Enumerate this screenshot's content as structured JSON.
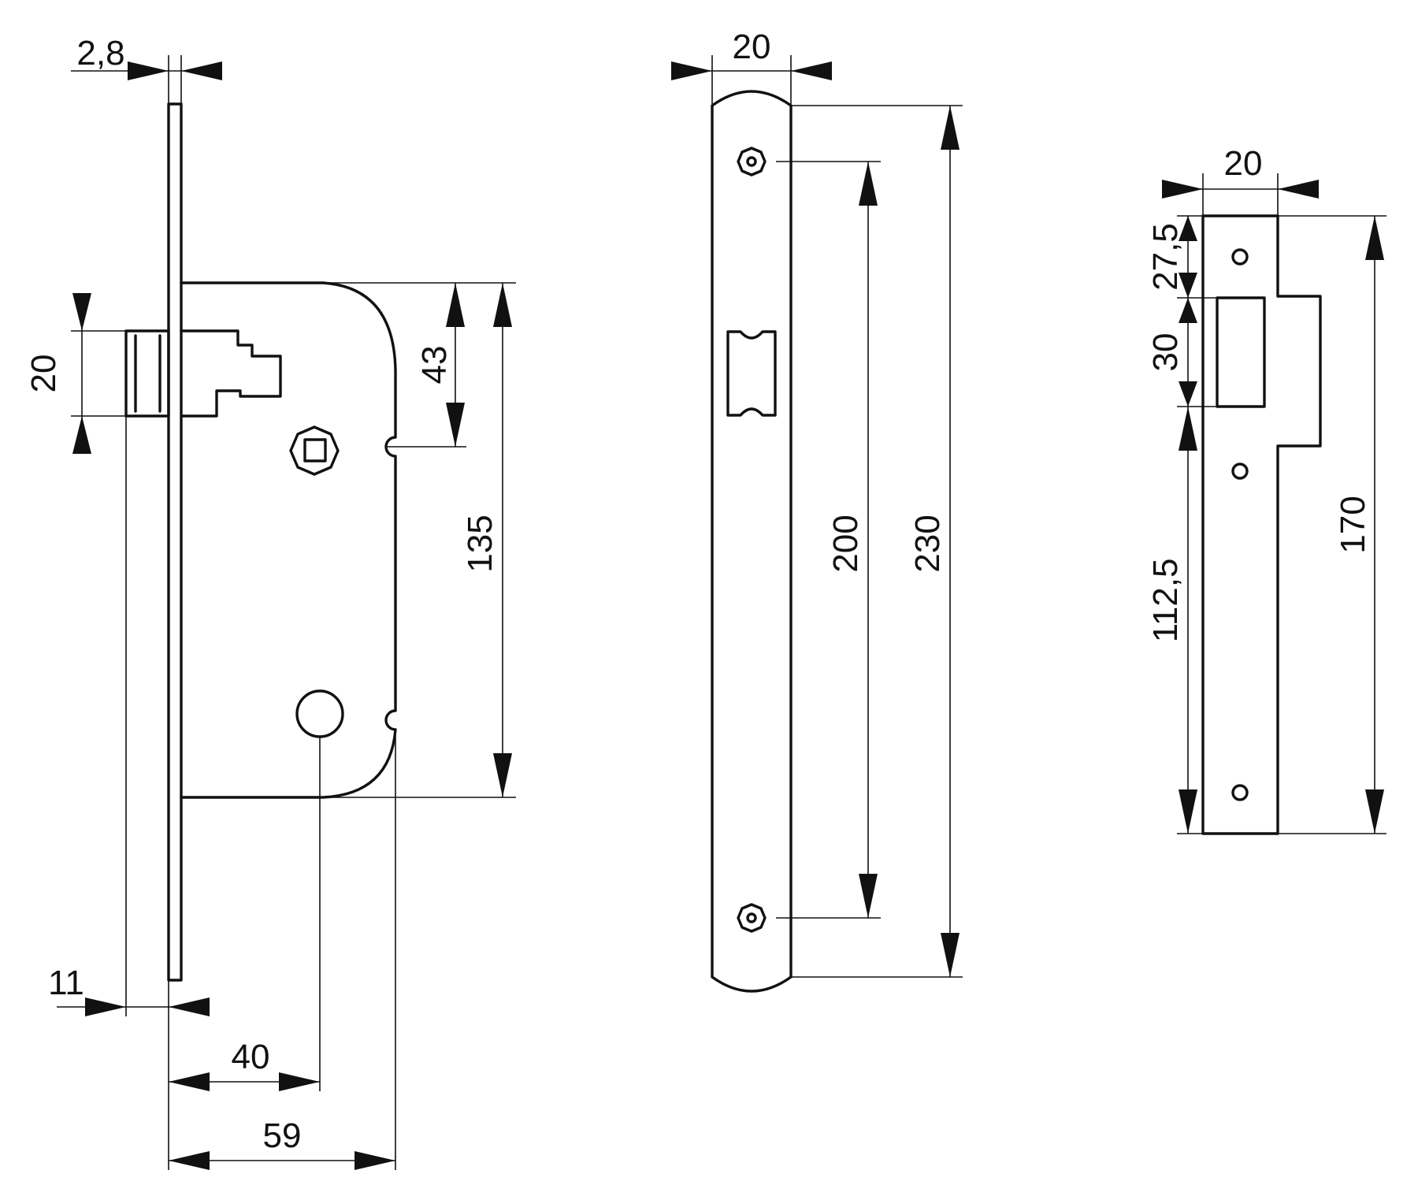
{
  "colors": {
    "line": "#111111",
    "background": "#ffffff"
  },
  "lock_body": {
    "faceplate_thickness": "2,8",
    "latch_height": "20",
    "spindle_offset": "43",
    "centre_distance": "135",
    "latch_projection": "11",
    "keyhole_backset": "40",
    "backset": "59"
  },
  "front_plate": {
    "width": "20",
    "screw_spacing": "200",
    "length": "230"
  },
  "strike_plate": {
    "width": "20",
    "top_to_opening": "27,5",
    "opening_height": "30",
    "opening_to_bottom": "112,5",
    "length": "170"
  }
}
